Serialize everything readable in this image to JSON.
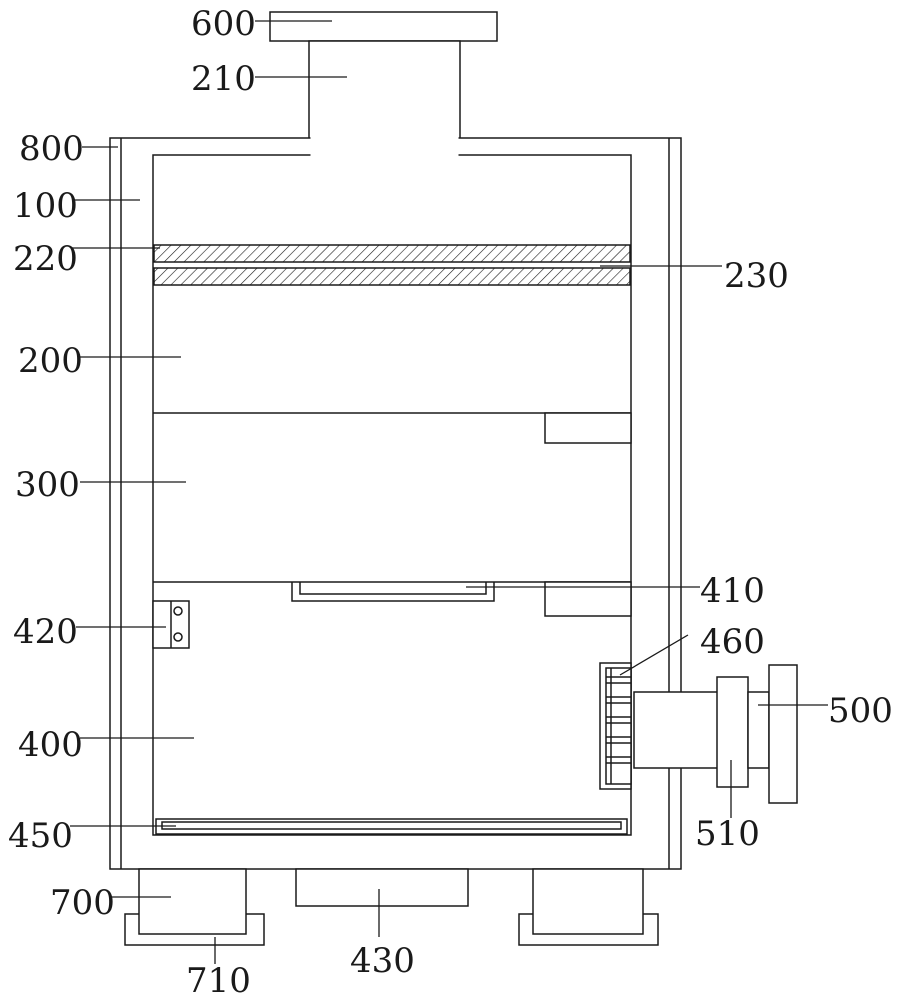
{
  "labels": {
    "l600": "600",
    "l210": "210",
    "l800": "800",
    "l100": "100",
    "l220": "220",
    "l230": "230",
    "l200": "200",
    "l300": "300",
    "l410": "410",
    "l420": "420",
    "l460": "460",
    "l500": "500",
    "l400": "400",
    "l450": "450",
    "l510": "510",
    "l700": "700",
    "l430": "430",
    "l710": "710"
  }
}
